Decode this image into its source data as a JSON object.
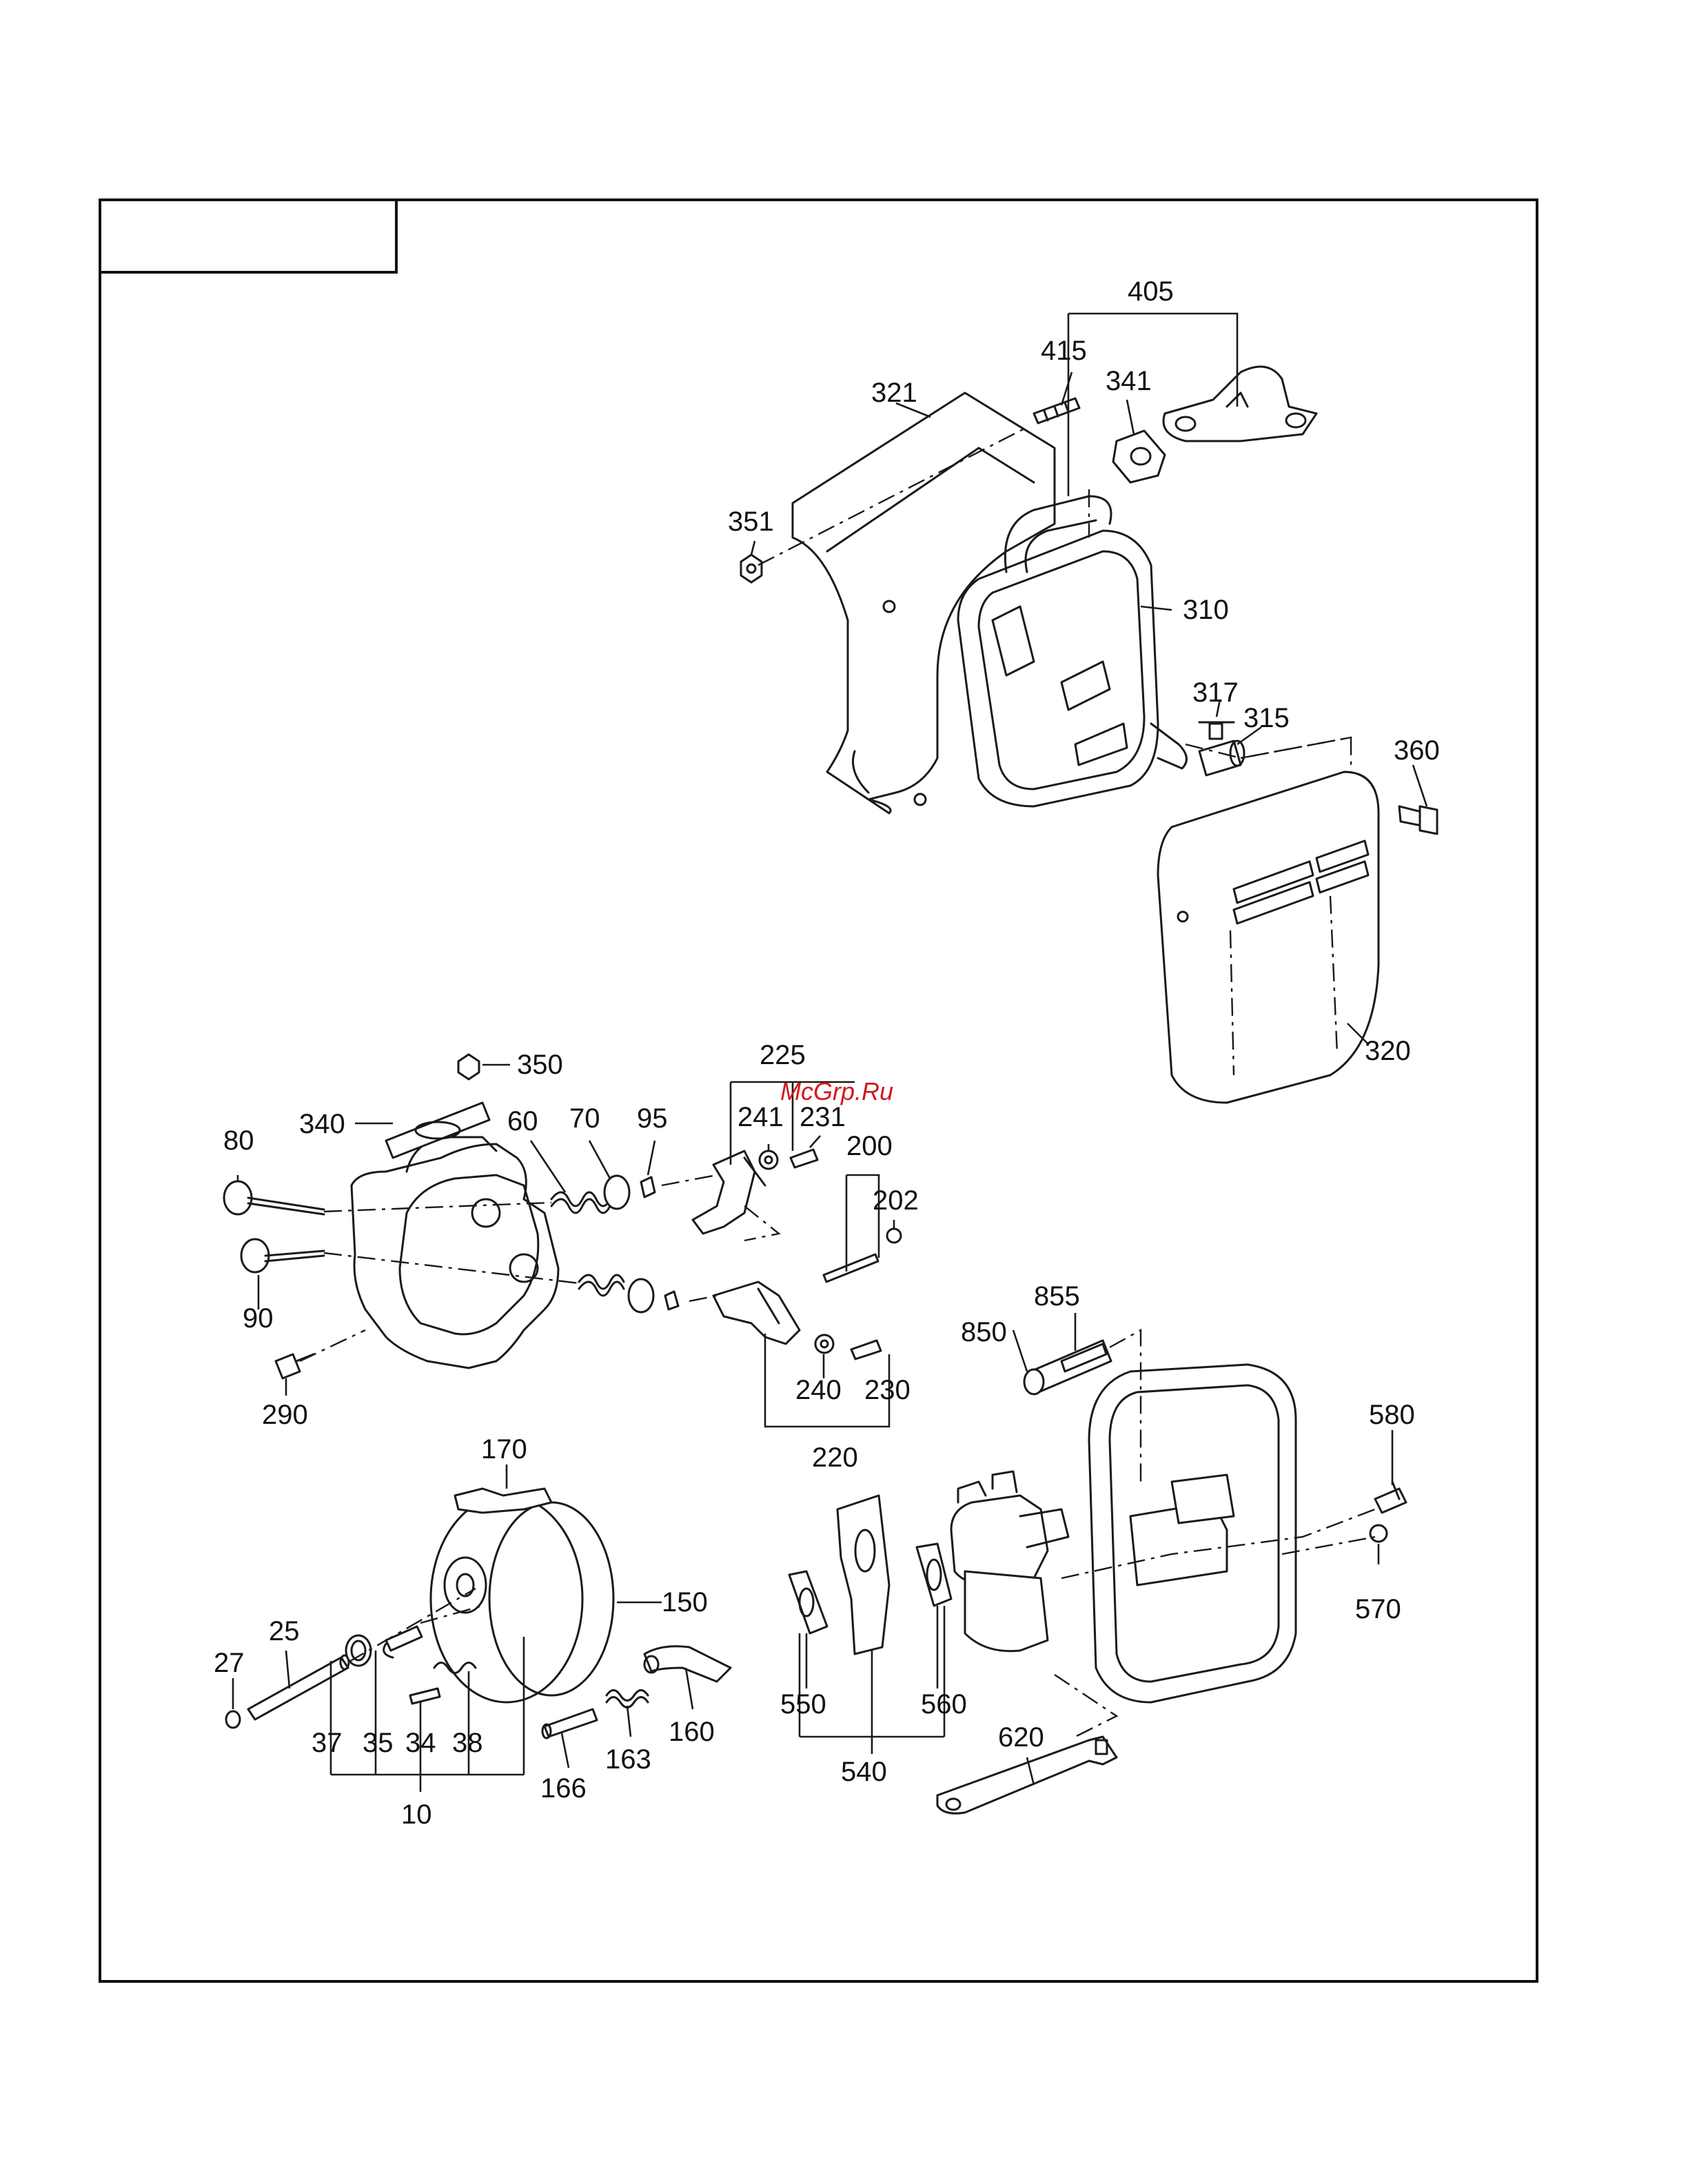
{
  "watermark": {
    "text": "McGrp.Ru",
    "color": "#d11a1a"
  },
  "labels": {
    "p405": "405",
    "p415": "415",
    "p341": "341",
    "p321": "321",
    "p351": "351",
    "p310": "310",
    "p317": "317",
    "p315": "315",
    "p360": "360",
    "p320": "320",
    "p350": "350",
    "p225": "225",
    "p340": "340",
    "p60": "60",
    "p70": "70",
    "p95": "95",
    "p241": "241",
    "p231": "231",
    "p80": "80",
    "p200": "200",
    "p202": "202",
    "p90": "90",
    "p290": "290",
    "p240": "240",
    "p230": "230",
    "p220": "220",
    "p855": "855",
    "p850": "850",
    "p580": "580",
    "p570": "570",
    "p170": "170",
    "p150": "150",
    "p25": "25",
    "p27": "27",
    "p37": "37",
    "p35": "35",
    "p34": "34",
    "p38": "38",
    "p10": "10",
    "p166": "166",
    "p163": "163",
    "p160": "160",
    "p550": "550",
    "p560": "560",
    "p540": "540",
    "p620": "620"
  },
  "colors": {
    "line": "#1a1a1a",
    "background": "#ffffff",
    "watermark": "#d11a1a"
  }
}
